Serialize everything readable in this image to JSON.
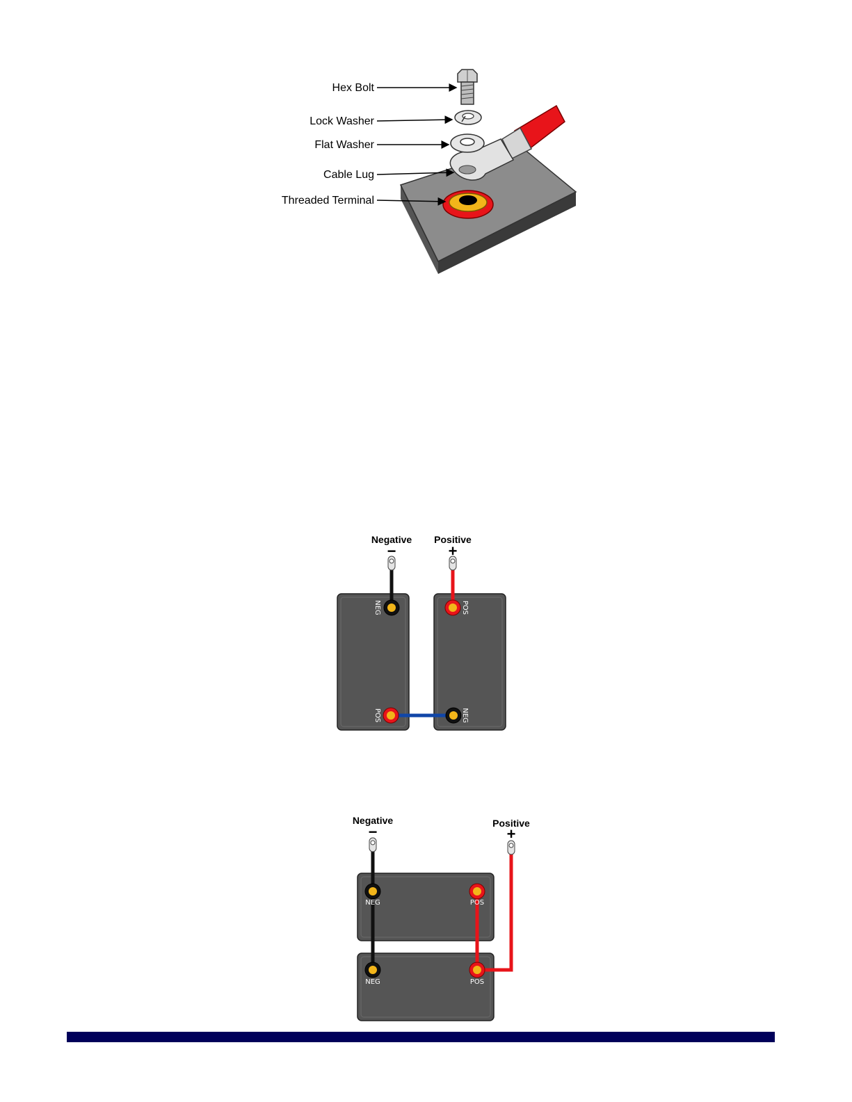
{
  "hardware_diagram": {
    "labels": [
      "Hex Bolt",
      "Lock Washer",
      "Flat Washer",
      "Cable Lug",
      "Threaded Terminal"
    ]
  },
  "series_diagram": {
    "negative_label": "Negative",
    "positive_label": "Positive",
    "negative_symbol": "−",
    "positive_symbol": "+",
    "left_battery": {
      "top_terminal": "NEG",
      "bottom_terminal": "POS"
    },
    "right_battery": {
      "top_terminal": "POS",
      "bottom_terminal": "NEG"
    }
  },
  "parallel_diagram": {
    "negative_label": "Negative",
    "positive_label": "Positive",
    "negative_symbol": "−",
    "positive_symbol": "+",
    "top_battery": {
      "left_terminal": "NEG",
      "right_terminal": "POS"
    },
    "bottom_battery": {
      "left_terminal": "NEG",
      "right_terminal": "POS"
    }
  },
  "colors": {
    "positive_cable": "#e8141a",
    "negative_cable": "#111111",
    "jumper_cable": "#1046a8",
    "battery_body": "#555555",
    "footer_bar": "#00005a"
  }
}
